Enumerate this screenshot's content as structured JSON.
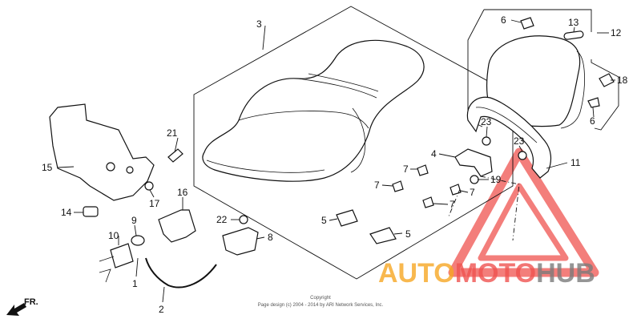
{
  "callouts": {
    "c1": "1",
    "c2": "2",
    "c3": "3",
    "c4": "4",
    "c5a": "5",
    "c5b": "5",
    "c6a": "6",
    "c6b": "6",
    "c7a": "7",
    "c7b": "7",
    "c7c": "7",
    "c7d": "7",
    "c8": "8",
    "c9": "9",
    "c10": "10",
    "c11": "11",
    "c12": "12",
    "c13": "13",
    "c14": "14",
    "c15": "15",
    "c16": "16",
    "c17": "17",
    "c18": "18",
    "c19": "19",
    "c21": "21",
    "c22": "22",
    "c23a": "23",
    "c23b": "23"
  },
  "direction_marker": "FR.",
  "copyright": {
    "line1": "Copyright",
    "line2": "Page design (c) 2004 - 2014 by ARI Network Services, Inc."
  },
  "watermark": {
    "part1": "AUTO",
    "part2": "MOTO",
    "part3": "HUB",
    "color_orange": "#f6a623",
    "color_red": "#ef5350",
    "color_gray": "#7a7a7a"
  }
}
